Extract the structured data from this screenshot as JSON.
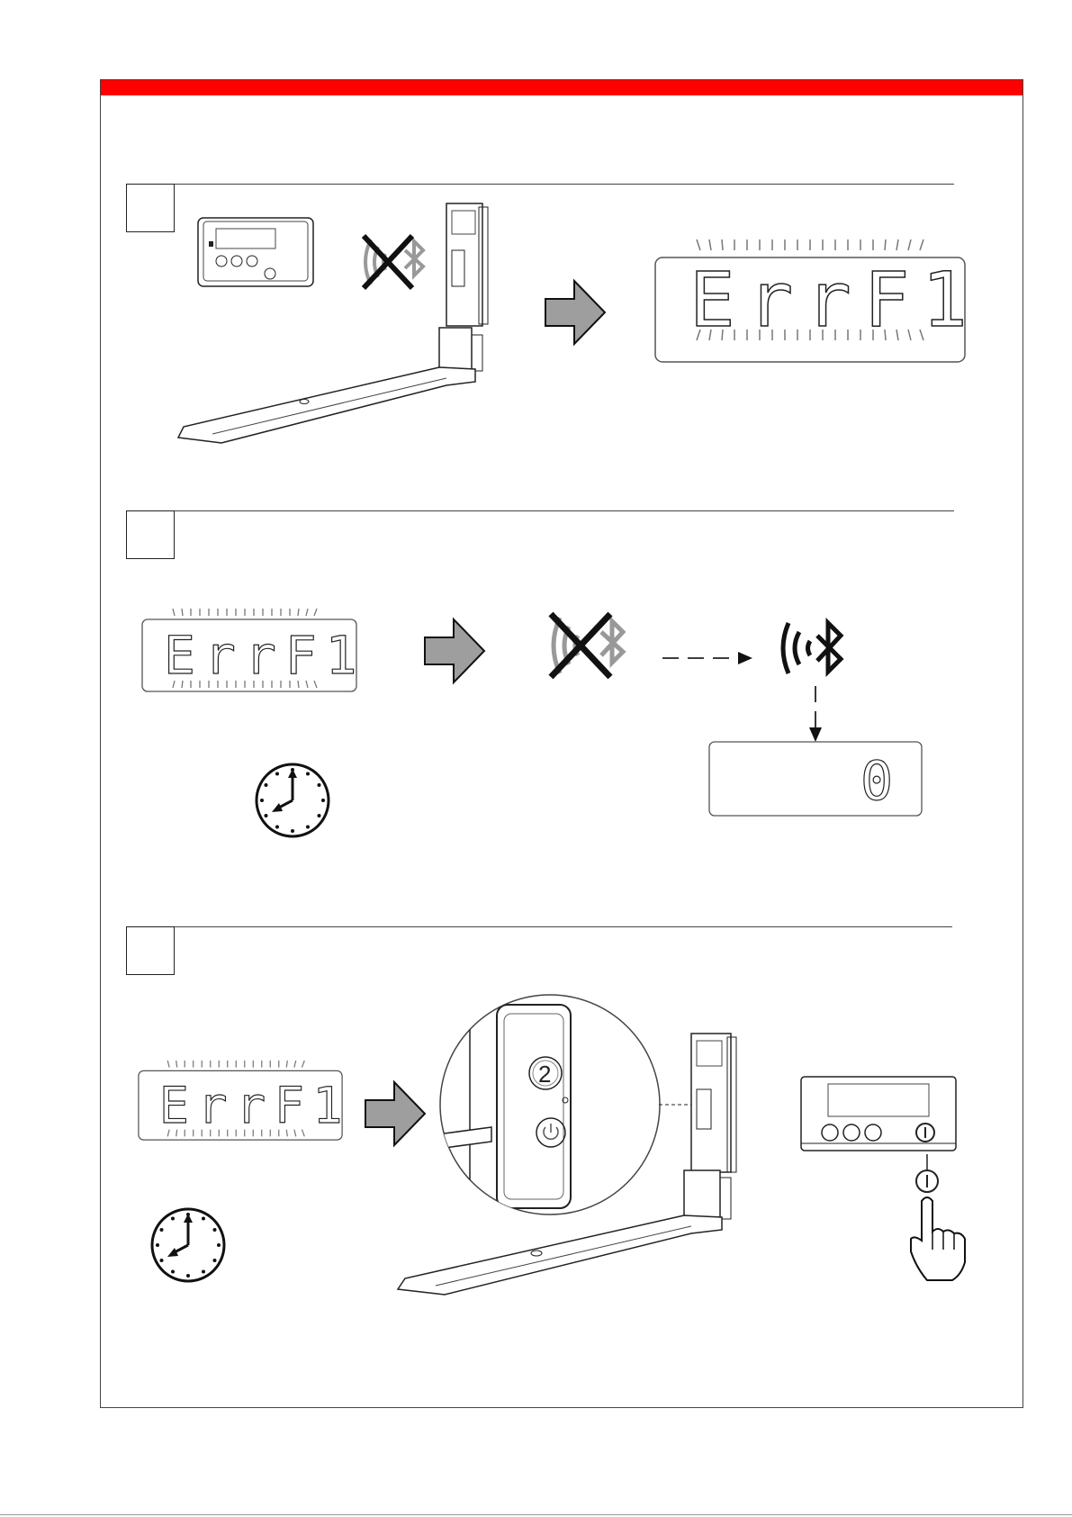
{
  "colors": {
    "header_bar": "#ff0000",
    "arrow_fill": "#9e9e9e",
    "line": "#222222",
    "segment_off": "#bdbdbd"
  },
  "steps": [
    {
      "number": ""
    },
    {
      "number": ""
    },
    {
      "number": ""
    }
  ],
  "displays": {
    "error_code": [
      "E",
      "r",
      "r",
      "F",
      "1"
    ],
    "result_digit": "0",
    "button_badge": "2"
  },
  "icons": [
    "bluetooth-crossed-icon",
    "bluetooth-signal-icon",
    "clock-icon",
    "arrow-right-icon",
    "finger-press-icon",
    "power-icon"
  ]
}
